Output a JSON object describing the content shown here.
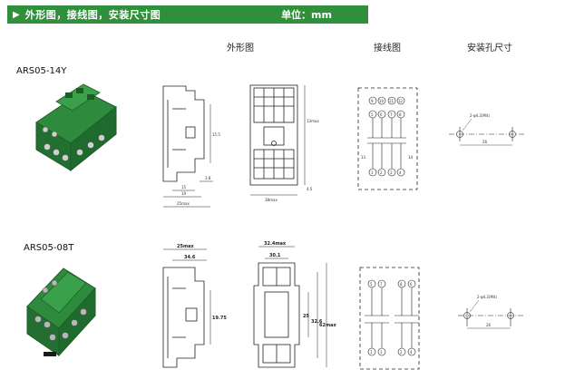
{
  "header": {
    "title": "外形图，接线图，安装尺寸图",
    "unit": "单位：mm",
    "accent": "#2f8f3b"
  },
  "columns": {
    "outline": "外形图",
    "wiring": "接线图",
    "mounting": "安装孔尺寸"
  },
  "products": [
    {
      "model": "ARS05-14Y",
      "side_dims": [
        "15.5",
        "3.8",
        "15",
        "19",
        "25max"
      ],
      "front_dims": [
        "13max",
        "38max",
        "4.5"
      ],
      "terminals": [
        "9",
        "10",
        "11",
        "12",
        "5",
        "6",
        "7",
        "8",
        "1",
        "2",
        "3",
        "4",
        "13",
        "14"
      ],
      "mount_dims": [
        "2-φ4.2(M4)",
        "26"
      ]
    },
    {
      "model": "ARS05-08T",
      "side_dims": [
        "25max",
        "34.6",
        "19.75"
      ],
      "front_dims": [
        "32.4max",
        "30.1",
        "25",
        "32.6",
        "62max"
      ],
      "terminals": [
        "5",
        "7",
        "8",
        "6",
        "1",
        "3",
        "2",
        "4"
      ],
      "mount_dims": [
        "2-φ4.2(M4)",
        "26"
      ]
    }
  ]
}
